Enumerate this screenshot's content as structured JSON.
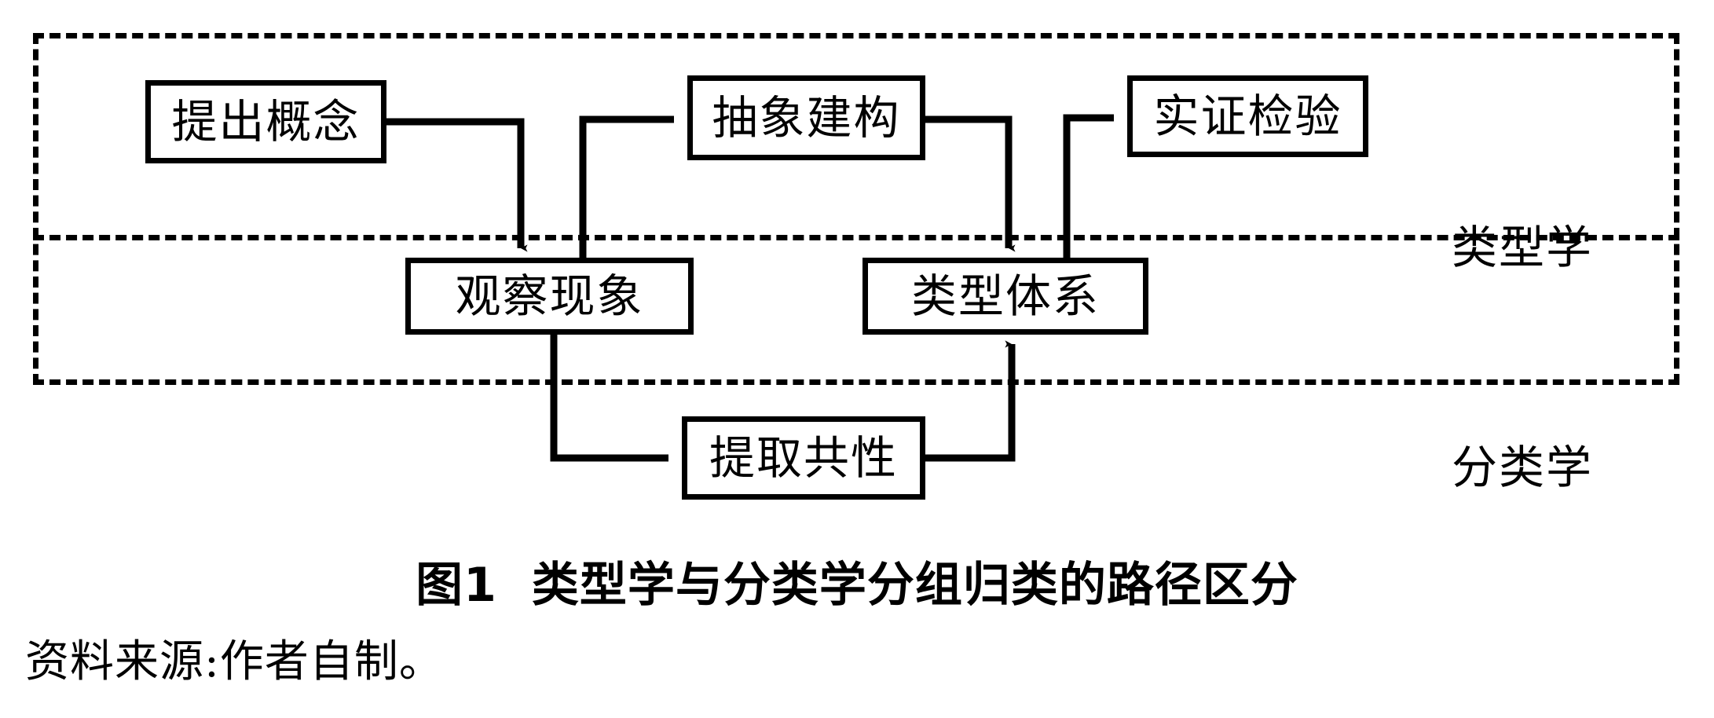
{
  "figure": {
    "caption_number": "图1",
    "caption_text": "类型学与分类学分组归类的路径区分",
    "source_line": "资料来源:作者自制。",
    "ink_color": "#000000",
    "paper_color": "#ffffff"
  },
  "regions": [
    {
      "id": "typology",
      "label": "类型学"
    },
    {
      "id": "taxonomy",
      "label": "分类学"
    }
  ],
  "nodes": [
    {
      "id": "concept",
      "label": "提出概念",
      "region": "typology"
    },
    {
      "id": "abstract",
      "label": "抽象建构",
      "region": "typology"
    },
    {
      "id": "empirical",
      "label": "实证检验",
      "region": "typology"
    },
    {
      "id": "observe",
      "label": "观察现象",
      "region": "typology"
    },
    {
      "id": "typesystem",
      "label": "类型体系",
      "region": "typology"
    },
    {
      "id": "common",
      "label": "提取共性",
      "region": "taxonomy"
    }
  ],
  "edges": [
    {
      "from": "concept",
      "to": "observe",
      "arrow": "down"
    },
    {
      "from": "observe",
      "to": "abstract",
      "arrow": "right"
    },
    {
      "from": "abstract",
      "to": "typesystem",
      "arrow": "down"
    },
    {
      "from": "typesystem",
      "to": "empirical",
      "arrow": "right"
    },
    {
      "from": "observe",
      "to": "common",
      "arrow": "right"
    },
    {
      "from": "common",
      "to": "typesystem",
      "arrow": "up"
    }
  ]
}
